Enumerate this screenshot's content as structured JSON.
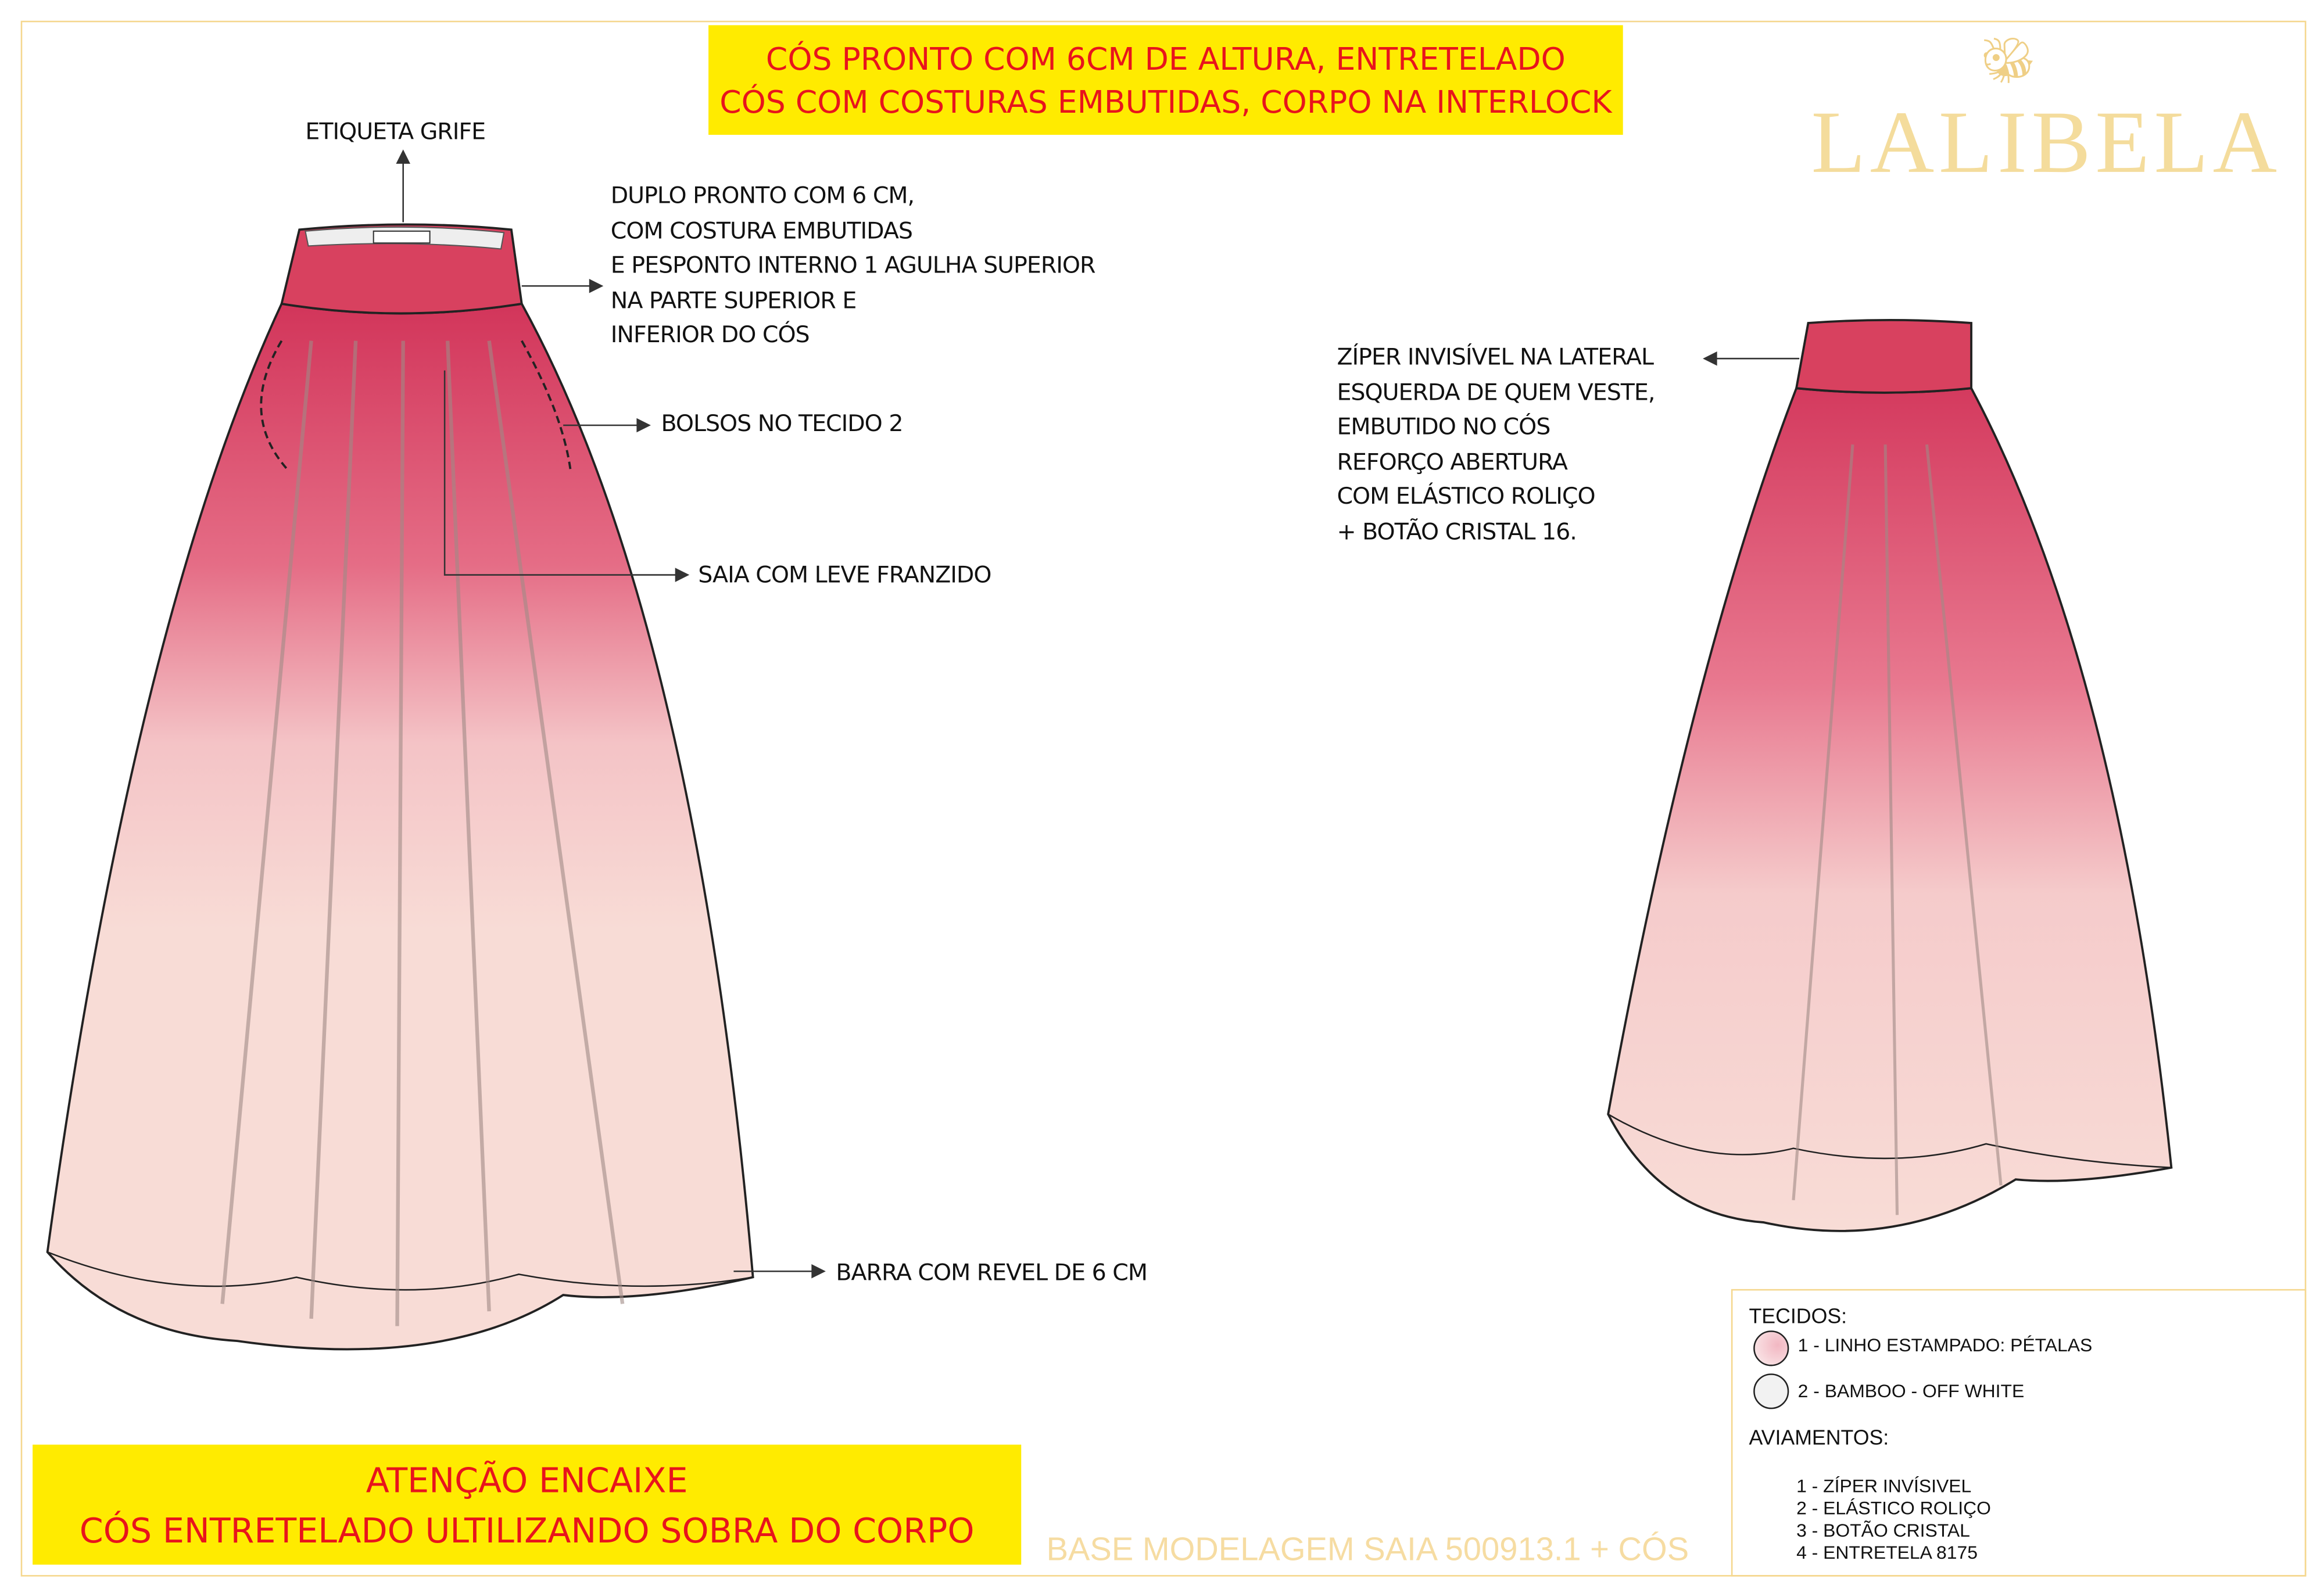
{
  "header_box": {
    "line1": "CÓS PRONTO COM 6CM DE ALTURA, ENTRETELADO",
    "line2": "CÓS COM COSTURAS EMBUTIDAS, CORPO NA INTERLOCK"
  },
  "logo": {
    "brand": "LALIBELA",
    "icon": "bee-icon"
  },
  "front_notes": {
    "label_tag": "ETIQUETA GRIFE",
    "waistband": [
      "DUPLO PRONTO COM 6 CM,",
      "COM COSTURA EMBUTIDAS",
      "E PESPONTO INTERNO 1 AGULHA SUPERIOR",
      "NA PARTE SUPERIOR E",
      "INFERIOR DO CÓS"
    ],
    "pockets": "BOLSOS NO TECIDO 2",
    "gathers": "SAIA COM LEVE FRANZIDO",
    "hem": "BARRA COM REVEL DE 6 CM"
  },
  "back_notes": [
    "ZÍPER  INVISÍVEL NA LATERAL",
    "ESQUERDA DE  QUEM VESTE,",
    "EMBUTIDO NO CÓS",
    "REFORÇO ABERTURA",
    "COM ELÁSTICO ROLIÇO",
    "+ BOTÃO CRISTAL 16."
  ],
  "warning_box": {
    "line1": "ATENÇÃO ENCAIXE",
    "line2": "CÓS ENTRETELADO ULTILIZANDO SOBRA DO CORPO"
  },
  "base_text": "BASE MODELAGEM SAIA 500913.1 + CÓS",
  "legend": {
    "fabrics_title": "TECIDOS:",
    "fabrics": [
      {
        "label": "1 -  LINHO ESTAMPADO: PÉTALAS",
        "color": "#f6dede"
      },
      {
        "label": "2 - BAMBOO - OFF WHITE",
        "color": "#f2f2f2"
      }
    ],
    "trims_title": "AVIAMENTOS:",
    "trims": [
      "1 - ZÍPER INVÍSIVEL",
      "2 - ELÁSTICO ROLIÇO",
      "3 - BOTÃO CRISTAL",
      "4 - ENTRETELA 8175"
    ]
  },
  "colors": {
    "highlight": "#ffeb00",
    "red_text": "#e8141c",
    "gold": "#f4dc9c",
    "skirt_light": "#f8dcd6",
    "print_dark": "#c8224a"
  }
}
